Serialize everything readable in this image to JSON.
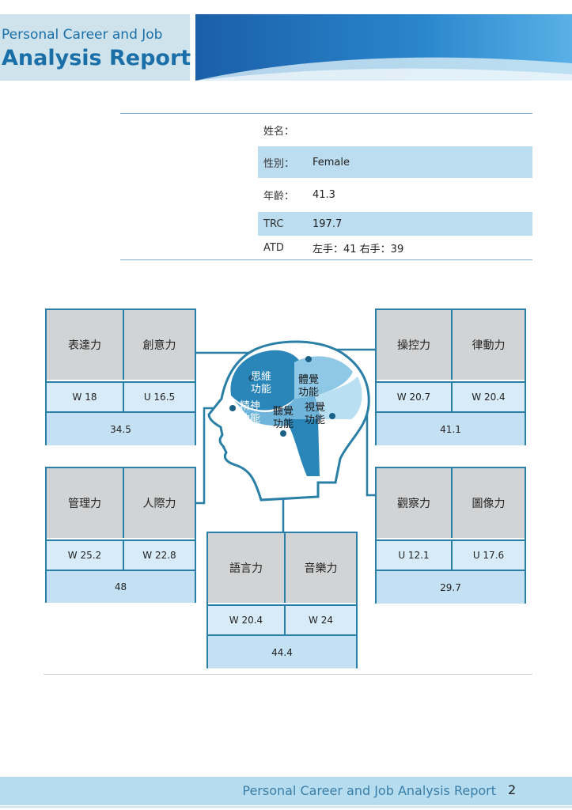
{
  "header": {
    "title_line1": "Personal Career and Job",
    "title_line2": "Analysis Report"
  },
  "info": {
    "name_label": "姓名：",
    "name_value": "",
    "gender_label": "性別：",
    "gender_value": "Female",
    "age_label": "年齡：",
    "age_value": "41.3",
    "trc_label": "TRC",
    "trc_value": "197.7",
    "atd_label": "ATD",
    "atd_value": "左手：41  右手：39"
  },
  "brain": {
    "thinking": [
      "思維",
      "功能"
    ],
    "body_sense": [
      "體覺",
      "功能"
    ],
    "spirit": [
      "精神",
      "功能"
    ],
    "hearing": [
      "聽覺",
      "功能"
    ],
    "vision": [
      "視覺",
      "功能"
    ]
  },
  "cards": {
    "express_create": {
      "skill1": "表達力",
      "skill2": "創意力",
      "score1": "W 18",
      "score2": "U 16.5",
      "total": "34.5"
    },
    "manage_social": {
      "skill1": "管理力",
      "skill2": "人際力",
      "score1": "W 25.2",
      "score2": "W 22.8",
      "total": "48"
    },
    "language_music": {
      "skill1": "語言力",
      "skill2": "音樂力",
      "score1": "W 20.4",
      "score2": "W 24",
      "total": "44.4"
    },
    "control_rhythm": {
      "skill1": "操控力",
      "skill2": "律動力",
      "score1": "W 20.7",
      "score2": "W 20.4",
      "total": "41.1"
    },
    "observe_image": {
      "skill1": "觀察力",
      "skill2": "圖像力",
      "score1": "U 12.1",
      "score2": "U 17.6",
      "total": "29.7"
    }
  },
  "footer": {
    "text": "Personal Career and Job Analysis Report",
    "page": "2"
  },
  "colors": {
    "accent_blue": "#1b6fa8",
    "head_outline": "#2a7fa6",
    "light_blue": "#c3e1f3",
    "skill_gray": "#d2d3d4"
  }
}
